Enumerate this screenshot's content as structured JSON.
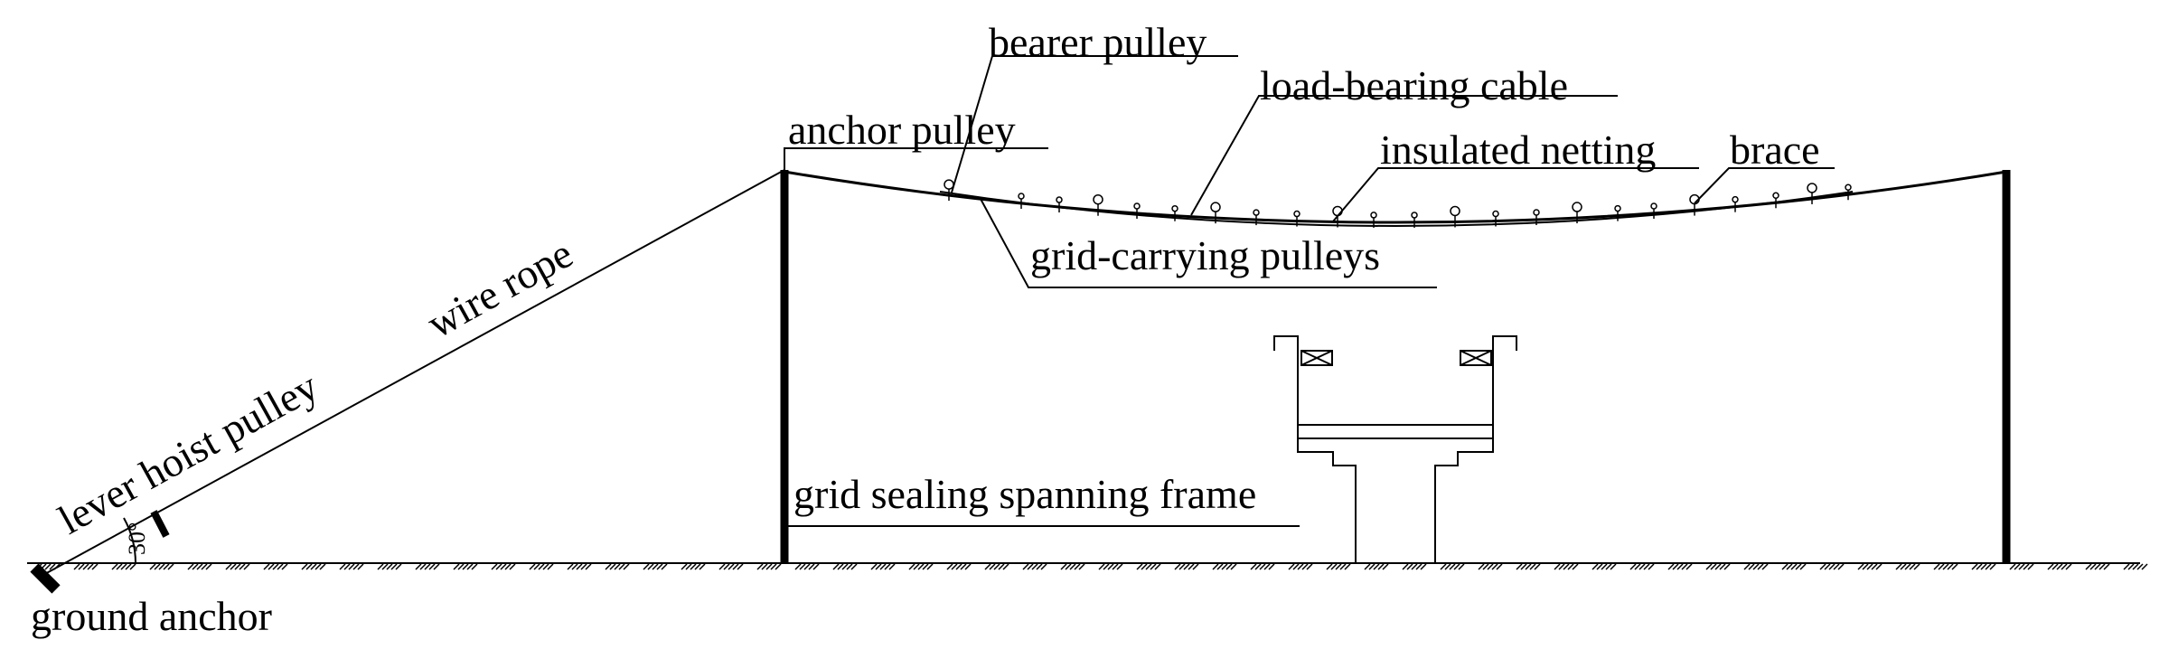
{
  "labels": {
    "bearer_pulley": "bearer pulley",
    "load_bearing_cable": "load-bearing cable",
    "anchor_pulley": "anchor pulley",
    "insulated_netting": "insulated netting",
    "brace": "brace",
    "grid_carrying_pulleys": "grid-carrying pulleys",
    "wire_rope": "wire rope",
    "lever_hoist_pulley": "lever hoist pulley",
    "angle": "30°",
    "grid_sealing_spanning_frame": "grid sealing spanning frame",
    "ground_anchor": "ground anchor"
  }
}
